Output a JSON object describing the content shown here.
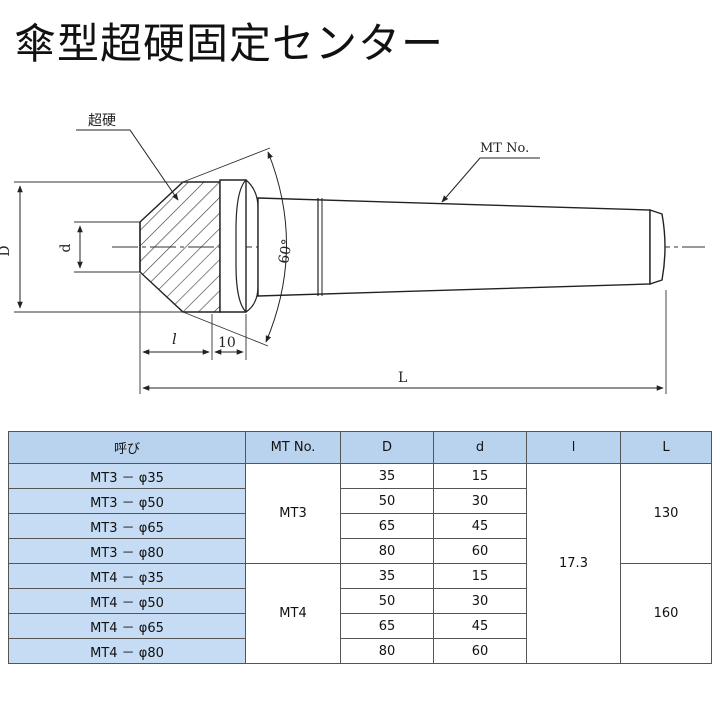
{
  "title": "傘型超硬固定センター",
  "drawing": {
    "label_carbide": "超硬",
    "label_mt": "MT No.",
    "label_D": "D",
    "label_d": "d",
    "label_angle": "60°",
    "label_l": "l",
    "label_10": "10",
    "label_L": "L"
  },
  "table": {
    "headers": [
      "呼び",
      "MT No.",
      "D",
      "d",
      "l",
      "L"
    ],
    "rows": [
      {
        "name": "MT3 － φ35",
        "D": "35",
        "d": "15"
      },
      {
        "name": "MT3 － φ50",
        "D": "50",
        "d": "30"
      },
      {
        "name": "MT3 － φ65",
        "D": "65",
        "d": "45"
      },
      {
        "name": "MT3 － φ80",
        "D": "80",
        "d": "60"
      },
      {
        "name": "MT4 － φ35",
        "D": "35",
        "d": "15"
      },
      {
        "name": "MT4 － φ50",
        "D": "50",
        "d": "30"
      },
      {
        "name": "MT4 － φ65",
        "D": "65",
        "d": "45"
      },
      {
        "name": "MT4 － φ80",
        "D": "80",
        "d": "60"
      }
    ],
    "mt_groups": [
      "MT3",
      "MT4"
    ],
    "l_value": "17.3",
    "L_groups": [
      "130",
      "160"
    ]
  }
}
